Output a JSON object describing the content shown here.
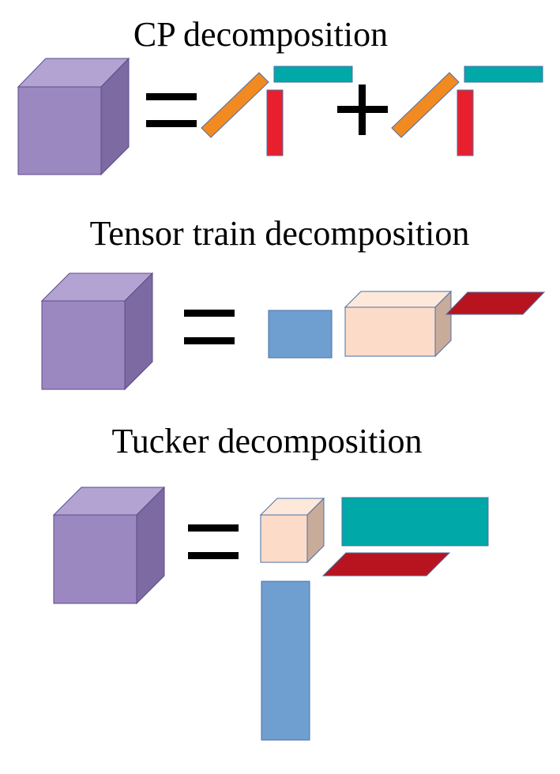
{
  "sections": {
    "cp": {
      "title": "CP decomposition"
    },
    "tensor_train": {
      "title": "Tensor train decomposition"
    },
    "tucker": {
      "title": "Tucker decomposition"
    }
  },
  "colors": {
    "cube_front": "#9b88c0",
    "cube_top": "#b3a3d2",
    "cube_side": "#7d6aa3",
    "cube_stroke": "#5b4b8a",
    "teal": "#00a8a8",
    "orange": "#f28a22",
    "red": "#e8202e",
    "dark_red": "#b8141f",
    "blue": "#6f9fd0",
    "peach": "#fcdcc8",
    "peach_side": "#c9ab99",
    "peach_top": "#fde8da",
    "shape_stroke": "#4a6fa5"
  }
}
